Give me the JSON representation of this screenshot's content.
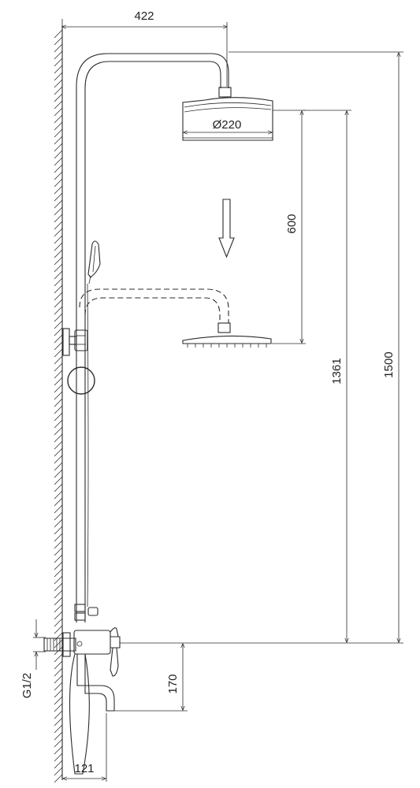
{
  "dimensions": {
    "top_reach": "422",
    "head_diameter": "Ø220",
    "height_adjust": "600",
    "head_height": "1361",
    "total_height": "1500",
    "inlet_thread": "G1/2",
    "spout_height": "170",
    "wall_offset": "121"
  }
}
